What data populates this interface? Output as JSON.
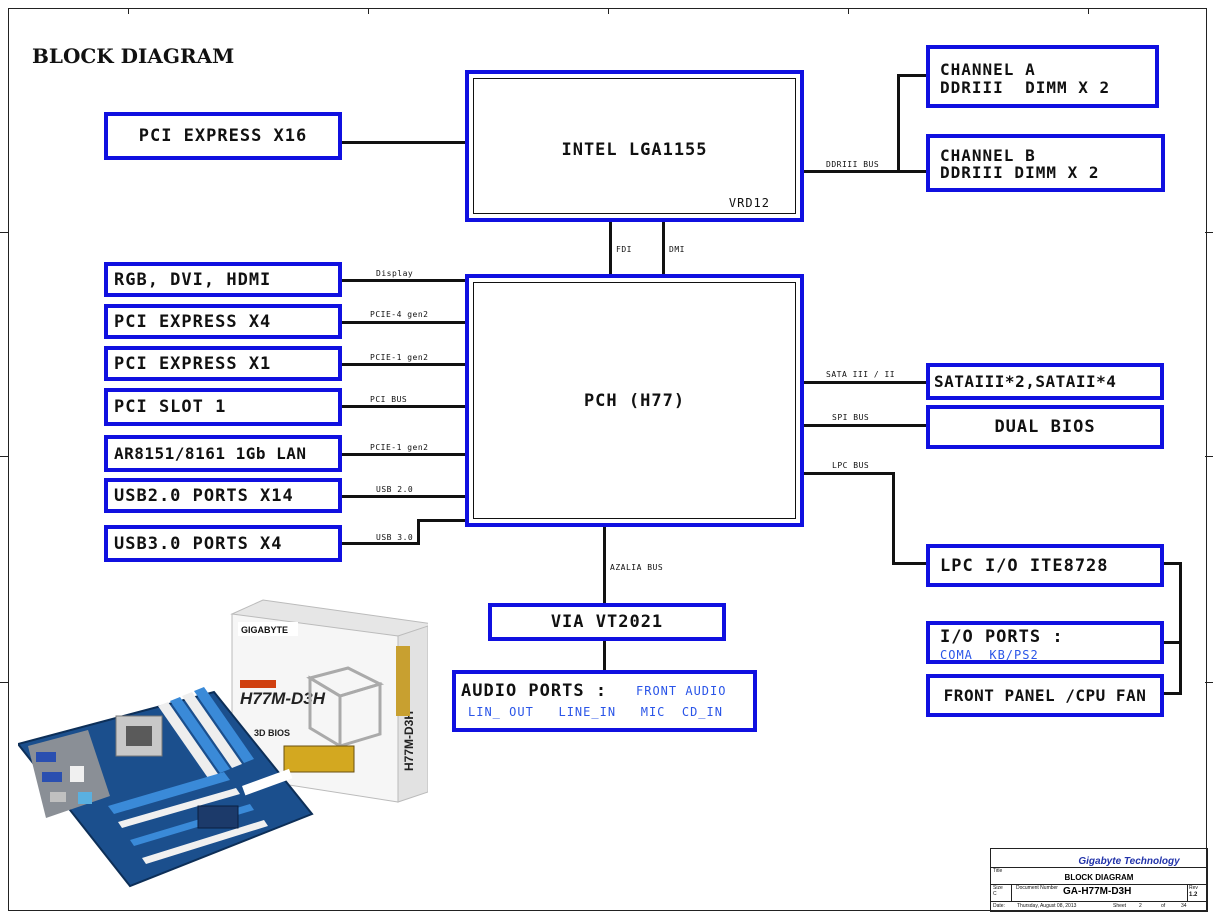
{
  "title": "BLOCK DIAGRAM",
  "blocks": {
    "cpu": {
      "label": "INTEL LGA1155",
      "sub": "VRD12"
    },
    "pch": {
      "label": "PCH (H77)"
    },
    "pcie16": {
      "label": "PCI EXPRESS X16"
    },
    "chan_a": {
      "line1": "CHANNEL A",
      "line2": "DDRIII  DIMM X 2"
    },
    "chan_b": {
      "line1": "CHANNEL B",
      "line2": "DDRIII DIMM X 2"
    },
    "display": {
      "label": "RGB, DVI, HDMI"
    },
    "pcie4": {
      "label": "PCI EXPRESS X4"
    },
    "pcie1": {
      "label": "PCI EXPRESS X1"
    },
    "pci_slot": {
      "label": "PCI SLOT 1"
    },
    "lan": {
      "label": "AR8151/8161 1Gb LAN"
    },
    "usb2": {
      "label": "USB2.0 PORTS X14"
    },
    "usb3": {
      "label": "USB3.0 PORTS X4"
    },
    "sata": {
      "label": "SATAIII*2,SATAII*4"
    },
    "bios": {
      "label": "DUAL BIOS"
    },
    "lpc_io": {
      "label": "LPC I/O ITE8728"
    },
    "io_ports": {
      "label": "I/O PORTS :",
      "sub": "COMA  KB/PS2"
    },
    "front_panel": {
      "label": "FRONT PANEL /CPU FAN"
    },
    "codec": {
      "label": "VIA VT2021"
    },
    "audio": {
      "label": "AUDIO PORTS :",
      "sub1": "FRONT AUDIO",
      "sub2": "LIN_ OUT   LINE_IN   MIC  CD_IN"
    }
  },
  "buses": {
    "ddr": "DDRIII BUS",
    "fdi": "FDI",
    "dmi": "DMI",
    "display": "Display",
    "pcie4": "PCIE-4 gen2",
    "pcie1": "PCIE-1 gen2",
    "pci": "PCI BUS",
    "lan": "PCIE-1 gen2",
    "usb2": "USB 2.0",
    "usb3": "USB 3.0",
    "sata": "SATA III / II",
    "spi": "SPI BUS",
    "lpc": "LPC BUS",
    "azalia": "AZALIA BUS"
  },
  "title_block": {
    "company": "Gigabyte Technology",
    "title_lbl": "Title",
    "title": "BLOCK DIAGRAM",
    "size_lbl": "Size",
    "size": "C",
    "docnum_lbl": "Document Number",
    "docnum": "GA-H77M-D3H",
    "rev_lbl": "Rev",
    "rev": "1.2",
    "date_lbl": "Date:",
    "date": "Thursday, August 08, 2013",
    "sheet_lbl": "Sheet",
    "sheet": "2",
    "of_lbl": "of",
    "total": "34"
  },
  "photo": {
    "brand": "GIGABYTE",
    "model": "H77M-D3H",
    "badge": "3D BIOS"
  },
  "colors": {
    "box_border": "#1010e0",
    "blue_text": "#2a55e8"
  }
}
